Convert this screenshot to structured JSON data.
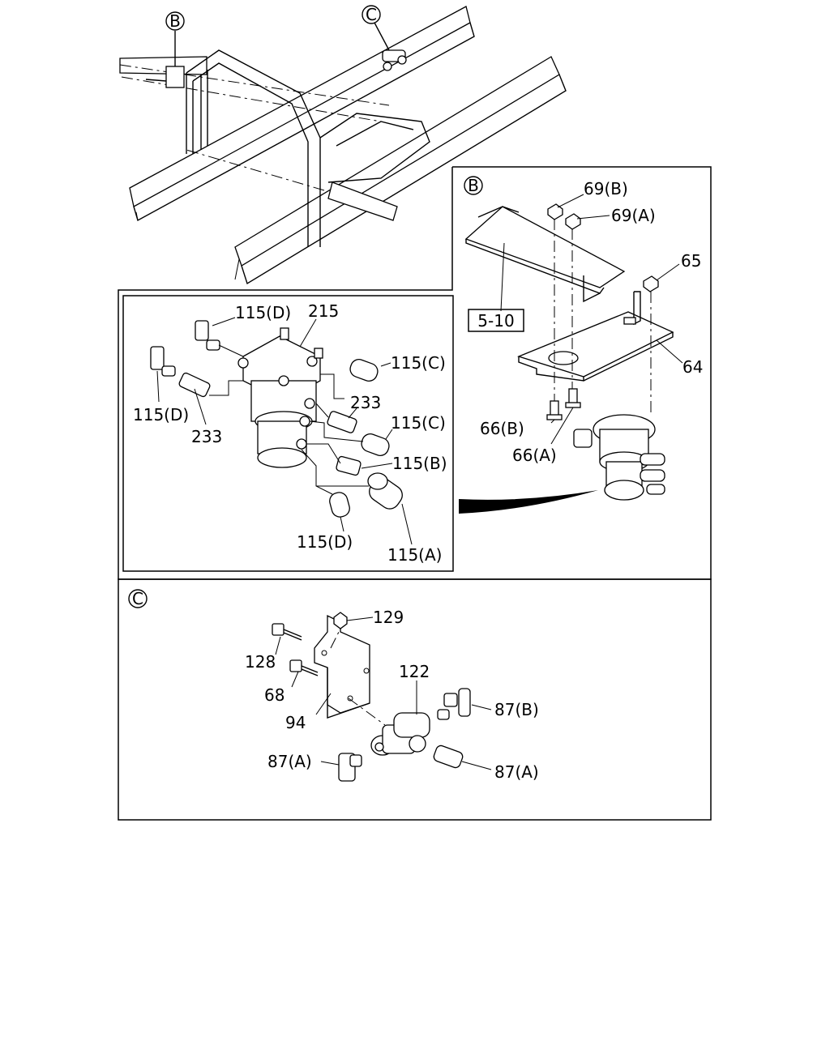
{
  "callouts": {
    "overview_b": "B",
    "overview_c": "C",
    "section_b": "B",
    "section_c": "C"
  },
  "labels": {
    "p69b": "69(B)",
    "p69a": "69(A)",
    "p65": "65",
    "p510": "5-10",
    "p64": "64",
    "p66b": "66(B)",
    "p66a": "66(A)",
    "p115d_top": "115(D)",
    "p215": "215",
    "p115c_top": "115(C)",
    "p115d_left": "115(D)",
    "p233_right": "233",
    "p115c_mid": "115(C)",
    "p233_left": "233",
    "p115b": "115(B)",
    "p115d_bottom": "115(D)",
    "p115a": "115(A)",
    "p129": "129",
    "p128": "128",
    "p122": "122",
    "p68": "68",
    "p87b": "87(B)",
    "p94": "94",
    "p87a_left": "87(A)",
    "p87a_right": "87(A)"
  }
}
